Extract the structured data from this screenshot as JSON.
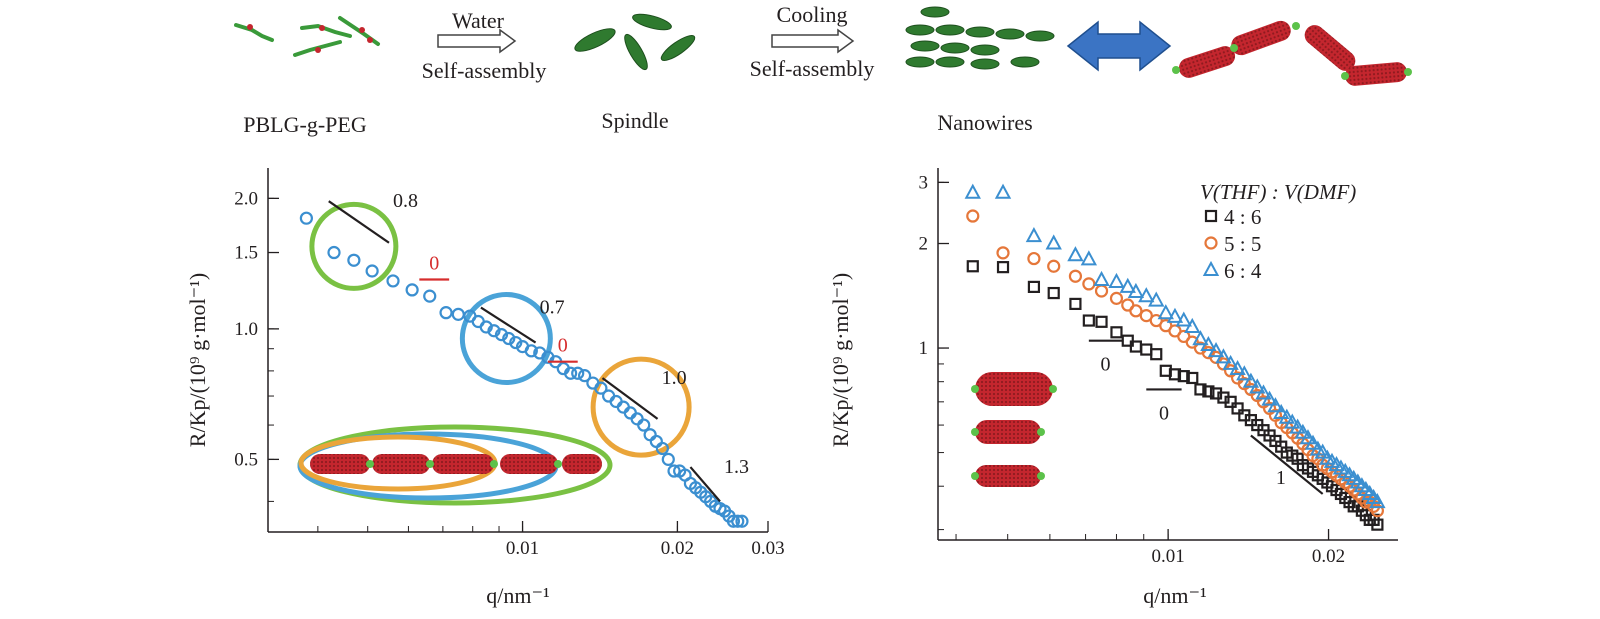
{
  "scheme": {
    "labels": [
      "PBLG-g-PEG",
      "Spindle",
      "Nanowires"
    ],
    "arrow1": {
      "top": "Water",
      "bottom": "Self-assembly"
    },
    "arrow2": {
      "top": "Cooling",
      "bottom": "Self-assembly"
    }
  },
  "colors": {
    "blue_marker": "#3b8fd0",
    "orange_marker": "#e5773a",
    "black_marker": "#231f20",
    "green_circle": "#7ac143",
    "blue_circle": "#4aa3d8",
    "gold_circle": "#eaa53a",
    "red_slope": "#d62d2d",
    "nanowire_red": "#c4262e",
    "nanowire_green": "#5cc24a",
    "double_arrow": "#3b74c4"
  },
  "chart_data": [
    {
      "type": "scatter",
      "title": "",
      "xlabel": "q/nm⁻¹",
      "ylabel": "R/Kp/(10⁹ g·mol⁻¹)",
      "xscale": "log",
      "yscale": "log",
      "xlim": [
        0.0032,
        0.03
      ],
      "ylim": [
        0.34,
        2.35
      ],
      "xticks": [
        0.01,
        0.02,
        0.03
      ],
      "xtick_labels": [
        "0.01",
        "0.02",
        "0.03"
      ],
      "yticks": [
        0.5,
        1.0,
        1.5,
        2.0
      ],
      "ytick_labels": [
        "0.5",
        "1.0",
        "1.5",
        "2.0"
      ],
      "series": [
        {
          "marker": "circle",
          "color": "#3b8fd0",
          "points": [
            [
              0.0038,
              1.8
            ],
            [
              0.0043,
              1.5
            ],
            [
              0.0047,
              1.44
            ],
            [
              0.0051,
              1.36
            ],
            [
              0.0056,
              1.29
            ],
            [
              0.0061,
              1.23
            ],
            [
              0.0066,
              1.19
            ],
            [
              0.0071,
              1.09
            ],
            [
              0.0075,
              1.08
            ],
            [
              0.0079,
              1.07
            ],
            [
              0.0082,
              1.04
            ],
            [
              0.0085,
              1.01
            ],
            [
              0.0088,
              0.99
            ],
            [
              0.0091,
              0.97
            ],
            [
              0.0094,
              0.95
            ],
            [
              0.0097,
              0.93
            ],
            [
              0.01,
              0.91
            ],
            [
              0.0104,
              0.89
            ],
            [
              0.0108,
              0.88
            ],
            [
              0.0112,
              0.86
            ],
            [
              0.0116,
              0.84
            ],
            [
              0.012,
              0.81
            ],
            [
              0.0124,
              0.79
            ],
            [
              0.0128,
              0.79
            ],
            [
              0.0132,
              0.78
            ],
            [
              0.0137,
              0.75
            ],
            [
              0.0142,
              0.73
            ],
            [
              0.0147,
              0.7
            ],
            [
              0.0152,
              0.68
            ],
            [
              0.0157,
              0.66
            ],
            [
              0.0162,
              0.64
            ],
            [
              0.0167,
              0.62
            ],
            [
              0.0172,
              0.6
            ],
            [
              0.0177,
              0.57
            ],
            [
              0.0182,
              0.55
            ],
            [
              0.0187,
              0.53
            ],
            [
              0.0192,
              0.5
            ],
            [
              0.0197,
              0.47
            ],
            [
              0.0202,
              0.47
            ],
            [
              0.0207,
              0.46
            ],
            [
              0.0212,
              0.44
            ],
            [
              0.0217,
              0.43
            ],
            [
              0.0222,
              0.42
            ],
            [
              0.0227,
              0.41
            ],
            [
              0.0232,
              0.4
            ],
            [
              0.0237,
              0.39
            ],
            [
              0.0242,
              0.385
            ],
            [
              0.0247,
              0.38
            ],
            [
              0.0252,
              0.37
            ],
            [
              0.0257,
              0.36
            ],
            [
              0.0262,
              0.36
            ],
            [
              0.0267,
              0.36
            ]
          ]
        }
      ],
      "annotations": [
        {
          "text": "0.8",
          "kind": "slope",
          "color": "#231f20",
          "x": [
            0.0042,
            0.0055
          ],
          "y": [
            1.97,
            1.58
          ]
        },
        {
          "text": "0",
          "kind": "slope",
          "color": "#d62d2d",
          "x": [
            0.0063,
            0.0072
          ],
          "y": [
            1.3,
            1.3
          ]
        },
        {
          "text": "0.7",
          "kind": "slope",
          "color": "#231f20",
          "x": [
            0.0083,
            0.0106
          ],
          "y": [
            1.12,
            0.93
          ]
        },
        {
          "text": "0",
          "kind": "slope",
          "color": "#d62d2d",
          "x": [
            0.0112,
            0.0128
          ],
          "y": [
            0.84,
            0.84
          ]
        },
        {
          "text": "1.0",
          "kind": "slope",
          "color": "#231f20",
          "x": [
            0.0143,
            0.0183
          ],
          "y": [
            0.77,
            0.62
          ]
        },
        {
          "text": "1.3",
          "kind": "slope",
          "color": "#231f20",
          "x": [
            0.0212,
            0.0242
          ],
          "y": [
            0.48,
            0.4
          ]
        }
      ]
    },
    {
      "type": "scatter",
      "title": "",
      "xlabel": "q/nm⁻¹",
      "ylabel": "R/Kp/(10⁹ g·mol⁻¹)",
      "xscale": "log",
      "yscale": "log",
      "xlim": [
        0.0037,
        0.027
      ],
      "ylim": [
        0.28,
        3.3
      ],
      "xticks": [
        0.01,
        0.02
      ],
      "xtick_labels": [
        "0.01",
        "0.02"
      ],
      "yticks": [
        1,
        2,
        3
      ],
      "ytick_labels": [
        "1",
        "2",
        "3"
      ],
      "legend": {
        "title": "V(THF) : V(DMF)",
        "position": "top-right"
      },
      "series": [
        {
          "name": "4 : 6",
          "marker": "square",
          "color": "#231f20",
          "points": [
            [
              0.0043,
              1.72
            ],
            [
              0.0049,
              1.71
            ],
            [
              0.0056,
              1.5
            ],
            [
              0.0061,
              1.44
            ],
            [
              0.0067,
              1.34
            ],
            [
              0.0071,
              1.2
            ],
            [
              0.0075,
              1.19
            ],
            [
              0.008,
              1.11
            ],
            [
              0.0084,
              1.05
            ],
            [
              0.0087,
              1.01
            ],
            [
              0.0091,
              0.99
            ],
            [
              0.0095,
              0.96
            ],
            [
              0.0099,
              0.86
            ],
            [
              0.0103,
              0.84
            ],
            [
              0.0107,
              0.83
            ],
            [
              0.0111,
              0.82
            ],
            [
              0.0115,
              0.76
            ],
            [
              0.0119,
              0.75
            ],
            [
              0.0123,
              0.74
            ],
            [
              0.0127,
              0.72
            ],
            [
              0.0131,
              0.7
            ],
            [
              0.0135,
              0.67
            ],
            [
              0.0139,
              0.64
            ],
            [
              0.0143,
              0.62
            ],
            [
              0.0147,
              0.6
            ],
            [
              0.0151,
              0.58
            ],
            [
              0.0155,
              0.56
            ],
            [
              0.0159,
              0.54
            ],
            [
              0.0163,
              0.52
            ],
            [
              0.0167,
              0.5
            ],
            [
              0.0171,
              0.49
            ],
            [
              0.0175,
              0.48
            ],
            [
              0.0179,
              0.46
            ],
            [
              0.0183,
              0.45
            ],
            [
              0.0187,
              0.44
            ],
            [
              0.0191,
              0.43
            ],
            [
              0.0195,
              0.42
            ],
            [
              0.0199,
              0.41
            ],
            [
              0.0203,
              0.4
            ],
            [
              0.0207,
              0.39
            ],
            [
              0.0211,
              0.38
            ],
            [
              0.0215,
              0.37
            ],
            [
              0.0219,
              0.36
            ],
            [
              0.0223,
              0.35
            ],
            [
              0.0227,
              0.35
            ],
            [
              0.0231,
              0.34
            ],
            [
              0.0235,
              0.33
            ],
            [
              0.0239,
              0.32
            ],
            [
              0.0243,
              0.32
            ],
            [
              0.0247,
              0.31
            ]
          ]
        },
        {
          "name": "5 : 5",
          "marker": "circle",
          "color": "#e5773a",
          "points": [
            [
              0.0043,
              2.4
            ],
            [
              0.0049,
              1.88
            ],
            [
              0.0056,
              1.81
            ],
            [
              0.0061,
              1.72
            ],
            [
              0.0067,
              1.61
            ],
            [
              0.0071,
              1.53
            ],
            [
              0.0075,
              1.46
            ],
            [
              0.008,
              1.39
            ],
            [
              0.0084,
              1.33
            ],
            [
              0.0087,
              1.28
            ],
            [
              0.0091,
              1.24
            ],
            [
              0.0095,
              1.2
            ],
            [
              0.0099,
              1.16
            ],
            [
              0.0103,
              1.12
            ],
            [
              0.0107,
              1.08
            ],
            [
              0.0111,
              1.04
            ],
            [
              0.0115,
              1.0
            ],
            [
              0.0119,
              0.97
            ],
            [
              0.0123,
              0.94
            ],
            [
              0.0127,
              0.9
            ],
            [
              0.0131,
              0.86
            ],
            [
              0.0135,
              0.82
            ],
            [
              0.0139,
              0.79
            ],
            [
              0.0143,
              0.76
            ],
            [
              0.0147,
              0.73
            ],
            [
              0.0151,
              0.7
            ],
            [
              0.0155,
              0.67
            ],
            [
              0.0159,
              0.64
            ],
            [
              0.0163,
              0.61
            ],
            [
              0.0167,
              0.59
            ],
            [
              0.0171,
              0.57
            ],
            [
              0.0175,
              0.55
            ],
            [
              0.0179,
              0.53
            ],
            [
              0.0183,
              0.51
            ],
            [
              0.0187,
              0.49
            ],
            [
              0.0191,
              0.48
            ],
            [
              0.0195,
              0.46
            ],
            [
              0.0199,
              0.45
            ],
            [
              0.0203,
              0.44
            ],
            [
              0.0207,
              0.43
            ],
            [
              0.0211,
              0.42
            ],
            [
              0.0215,
              0.41
            ],
            [
              0.0219,
              0.4
            ],
            [
              0.0223,
              0.39
            ],
            [
              0.0227,
              0.38
            ],
            [
              0.0231,
              0.37
            ],
            [
              0.0235,
              0.36
            ],
            [
              0.0239,
              0.36
            ],
            [
              0.0243,
              0.35
            ],
            [
              0.0247,
              0.34
            ]
          ]
        },
        {
          "name": "6 : 4",
          "marker": "triangle",
          "color": "#3b8fd0",
          "points": [
            [
              0.0043,
              2.8
            ],
            [
              0.0049,
              2.8
            ],
            [
              0.0056,
              2.1
            ],
            [
              0.0061,
              2.0
            ],
            [
              0.0067,
              1.85
            ],
            [
              0.0071,
              1.8
            ],
            [
              0.0075,
              1.57
            ],
            [
              0.008,
              1.55
            ],
            [
              0.0084,
              1.5
            ],
            [
              0.0087,
              1.45
            ],
            [
              0.0091,
              1.41
            ],
            [
              0.0095,
              1.37
            ],
            [
              0.0099,
              1.26
            ],
            [
              0.0103,
              1.23
            ],
            [
              0.0107,
              1.2
            ],
            [
              0.0111,
              1.15
            ],
            [
              0.0115,
              1.06
            ],
            [
              0.0119,
              1.02
            ],
            [
              0.0123,
              0.98
            ],
            [
              0.0127,
              0.94
            ],
            [
              0.0131,
              0.9
            ],
            [
              0.0135,
              0.87
            ],
            [
              0.0139,
              0.84
            ],
            [
              0.0143,
              0.8
            ],
            [
              0.0147,
              0.77
            ],
            [
              0.0151,
              0.74
            ],
            [
              0.0155,
              0.71
            ],
            [
              0.0159,
              0.68
            ],
            [
              0.0163,
              0.65
            ],
            [
              0.0167,
              0.63
            ],
            [
              0.0171,
              0.61
            ],
            [
              0.0175,
              0.59
            ],
            [
              0.0179,
              0.57
            ],
            [
              0.0183,
              0.55
            ],
            [
              0.0187,
              0.53
            ],
            [
              0.0191,
              0.51
            ],
            [
              0.0195,
              0.5
            ],
            [
              0.0199,
              0.48
            ],
            [
              0.0203,
              0.47
            ],
            [
              0.0207,
              0.46
            ],
            [
              0.0211,
              0.45
            ],
            [
              0.0215,
              0.44
            ],
            [
              0.0219,
              0.43
            ],
            [
              0.0223,
              0.42
            ],
            [
              0.0227,
              0.41
            ],
            [
              0.0231,
              0.4
            ],
            [
              0.0235,
              0.39
            ],
            [
              0.0239,
              0.38
            ],
            [
              0.0243,
              0.37
            ],
            [
              0.0247,
              0.36
            ]
          ]
        }
      ],
      "annotations": [
        {
          "text": "0",
          "kind": "slope",
          "color": "#231f20",
          "x": [
            0.0071,
            0.0082
          ],
          "y": [
            1.05,
            1.05
          ]
        },
        {
          "text": "0",
          "kind": "slope",
          "color": "#231f20",
          "x": [
            0.0091,
            0.0106
          ],
          "y": [
            0.76,
            0.76
          ]
        },
        {
          "text": "1",
          "kind": "slope",
          "color": "#231f20",
          "x": [
            0.0143,
            0.0195
          ],
          "y": [
            0.56,
            0.38
          ]
        }
      ]
    }
  ]
}
